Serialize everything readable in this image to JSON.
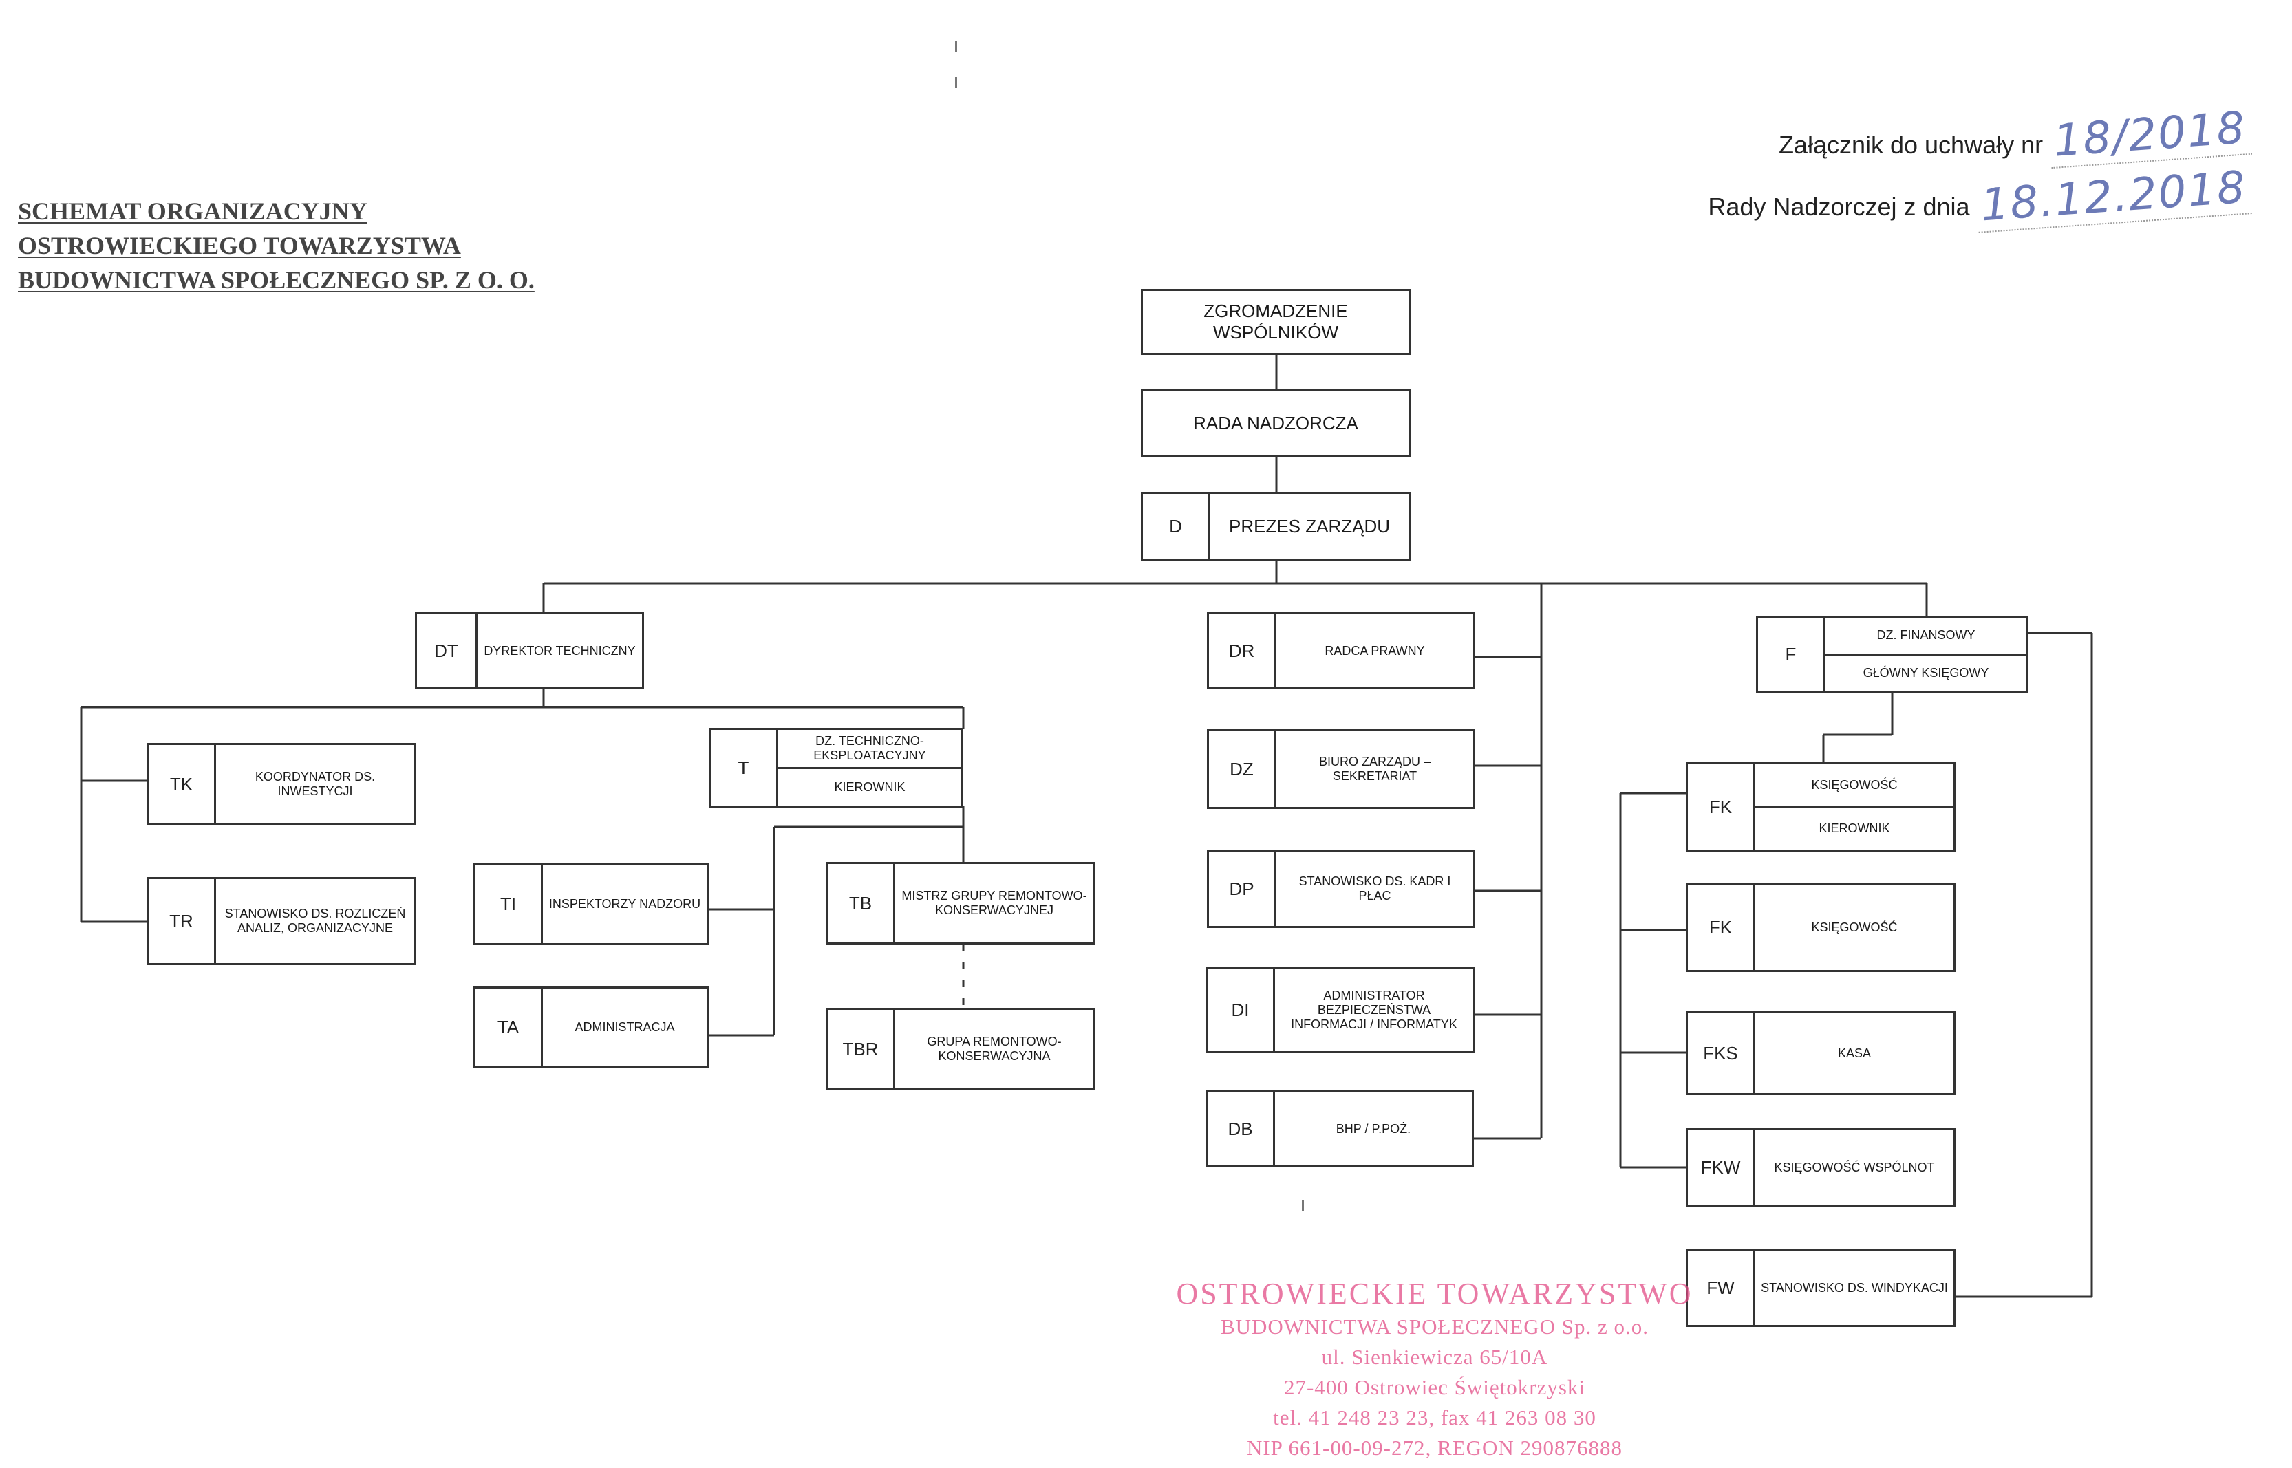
{
  "header": {
    "title_lines": [
      "SCHEMAT ORGANIZACYJNY",
      "OSTROWIECKIEGO TOWARZYSTWA",
      "BUDOWNICTWA SPOŁECZNEGO SP. Z O. O."
    ],
    "annex_line1": "Załącznik do uchwały nr",
    "annex_resolution": "18/2018",
    "annex_line2": "Rady Nadzorczej z dnia",
    "annex_date": "18.12.2018"
  },
  "org": {
    "zgromadzenie": "ZGROMADZENIE WSPÓLNIKÓW",
    "rada": "RADA NADZORCZA",
    "d": {
      "code": "D",
      "label": "PREZES ZARZĄDU"
    },
    "dt": {
      "code": "DT",
      "label": "DYREKTOR TECHNICZNY"
    },
    "tk": {
      "code": "TK",
      "label": "KOORDYNATOR DS. INWESTYCJI"
    },
    "tr": {
      "code": "TR",
      "label": "STANOWISKO DS. ROZLICZEŃ ANALIZ, ORGANIZACYJNE"
    },
    "t": {
      "code": "T",
      "label": "DZ. TECHNICZNO-EKSPLOATACYJNY",
      "sub": "KIEROWNIK"
    },
    "ti": {
      "code": "TI",
      "label": "INSPEKTORZY NADZORU"
    },
    "ta": {
      "code": "TA",
      "label": "ADMINISTRACJA"
    },
    "tb": {
      "code": "TB",
      "label": "MISTRZ GRUPY REMONTOWO-KONSERWACYJNEJ"
    },
    "tbr": {
      "code": "TBR",
      "label": "GRUPA REMONTOWO-KONSERWACYJNA"
    },
    "dr": {
      "code": "DR",
      "label": "RADCA PRAWNY"
    },
    "dz": {
      "code": "DZ",
      "label": "BIURO ZARZĄDU – SEKRETARIAT"
    },
    "dp": {
      "code": "DP",
      "label": "STANOWISKO DS. KADR I PŁAC"
    },
    "di": {
      "code": "DI",
      "label": "ADMINISTRATOR BEZPIECZEŃSTWA INFORMACJI / INFORMATYK"
    },
    "db": {
      "code": "DB",
      "label": "BHP / P.POŻ."
    },
    "f": {
      "code": "F",
      "label": "DZ. FINANSOWY",
      "sub": "GŁÓWNY KSIĘGOWY"
    },
    "fk1": {
      "code": "FK",
      "label": "KSIĘGOWOŚĆ",
      "sub": "KIEROWNIK"
    },
    "fk2": {
      "code": "FK",
      "label": "KSIĘGOWOŚĆ"
    },
    "fks": {
      "code": "FKS",
      "label": "KASA"
    },
    "fkw": {
      "code": "FKW",
      "label": "KSIĘGOWOŚĆ WSPÓLNOT"
    },
    "fw": {
      "code": "FW",
      "label": "STANOWISKO DS. WINDYKACJI"
    }
  },
  "stamp": {
    "lines": [
      "OSTROWIECKIE TOWARZYSTWO",
      "BUDOWNICTWA SPOŁECZNEGO Sp. z o.o.",
      "ul. Sienkiewicza 65/10A",
      "27-400 Ostrowiec Świętokrzyski",
      "tel. 41 248 23 23, fax 41 263 08 30",
      "NIP 661-00-09-272, REGON 290876888"
    ]
  },
  "colors": {
    "line": "#333333",
    "stamp": "#e24d86",
    "handwriting": "#6c7ab6"
  }
}
